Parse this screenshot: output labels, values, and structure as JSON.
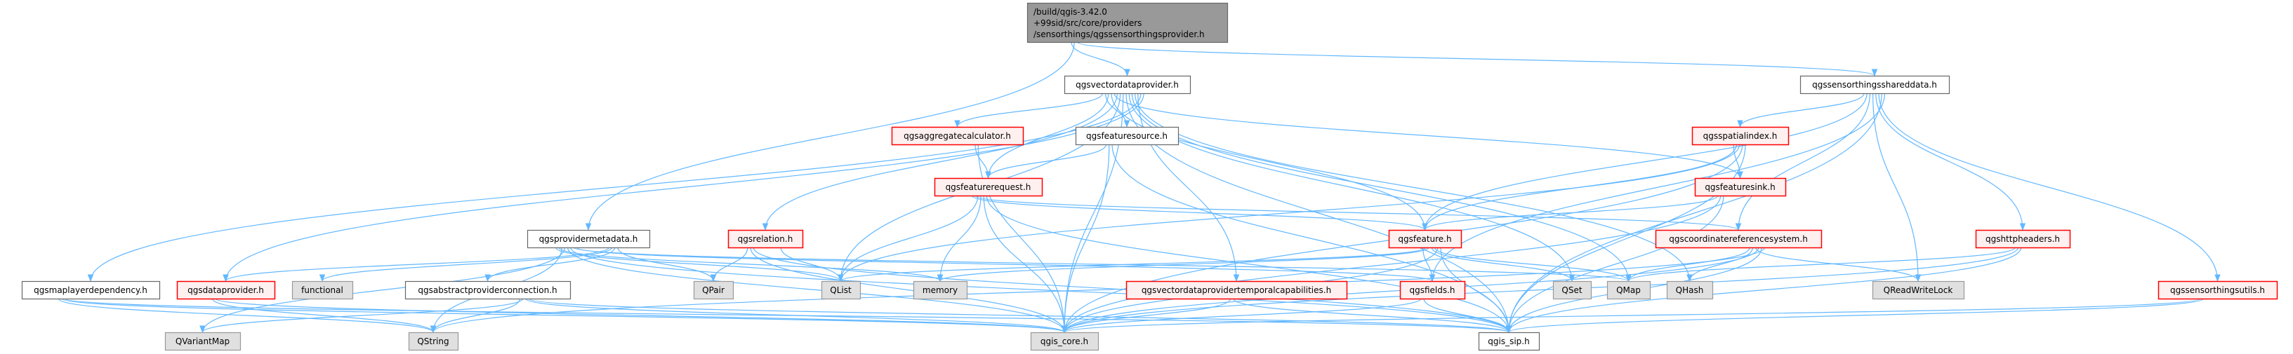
{
  "title_lines": [
    "/build/qgis-3.42.0",
    "+99sid/src/core/providers",
    "/sensorthings/qgssensorthingsprovider.h"
  ],
  "colors": {
    "edge": "#63b8ff",
    "root_fill": "#999999",
    "root_border": "#666666",
    "normal_fill": "#ffffff",
    "normal_border": "#666666",
    "red_fill": "#fff0f0",
    "red_border": "#ff0000",
    "ext_fill": "#e0e0e0",
    "ext_border": "#999999"
  },
  "nodes": [
    {
      "id": "root",
      "label": "/build/qgis-3.42.0 +99sid/src/core/providers /sensorthings/qgssensorthingsprovider.h",
      "kind": "root"
    },
    {
      "id": "vdp",
      "label": "qgsvectordataprovider.h",
      "kind": "normal"
    },
    {
      "id": "shared",
      "label": "qgssensorthingsshareddata.h",
      "kind": "normal"
    },
    {
      "id": "aggcalc",
      "label": "qgsaggregatecalculator.h",
      "kind": "red"
    },
    {
      "id": "fsource",
      "label": "qgsfeaturesource.h",
      "kind": "normal"
    },
    {
      "id": "spidx",
      "label": "qgsspatialindex.h",
      "kind": "red"
    },
    {
      "id": "freq",
      "label": "qgsfeaturerequest.h",
      "kind": "red"
    },
    {
      "id": "fsink",
      "label": "qgsfeaturesink.h",
      "kind": "red"
    },
    {
      "id": "provmeta",
      "label": "qgsprovidermetadata.h",
      "kind": "normal"
    },
    {
      "id": "relation",
      "label": "qgsrelation.h",
      "kind": "red"
    },
    {
      "id": "feature",
      "label": "qgsfeature.h",
      "kind": "red"
    },
    {
      "id": "crs",
      "label": "qgscoordinatereferencesystem.h",
      "kind": "red"
    },
    {
      "id": "http",
      "label": "qgshttpheaders.h",
      "kind": "red"
    },
    {
      "id": "mldep",
      "label": "qgsmaplayerdependency.h",
      "kind": "normal"
    },
    {
      "id": "dataprov",
      "label": "qgsdataprovider.h",
      "kind": "red"
    },
    {
      "id": "functional",
      "label": "functional",
      "kind": "ext"
    },
    {
      "id": "absconn",
      "label": "qgsabstractproviderconnection.h",
      "kind": "normal"
    },
    {
      "id": "qpair",
      "label": "QPair",
      "kind": "ext"
    },
    {
      "id": "qlist",
      "label": "QList",
      "kind": "ext"
    },
    {
      "id": "memory",
      "label": "memory",
      "kind": "ext"
    },
    {
      "id": "tempcaps",
      "label": "qgsvectordataprovidertemporalcapabilities.h",
      "kind": "red"
    },
    {
      "id": "fields",
      "label": "qgsfields.h",
      "kind": "red"
    },
    {
      "id": "qset",
      "label": "QSet",
      "kind": "ext"
    },
    {
      "id": "qmap",
      "label": "QMap",
      "kind": "ext"
    },
    {
      "id": "qhash",
      "label": "QHash",
      "kind": "ext"
    },
    {
      "id": "qrwlock",
      "label": "QReadWriteLock",
      "kind": "ext"
    },
    {
      "id": "utils",
      "label": "qgssensorthingsutils.h",
      "kind": "red"
    },
    {
      "id": "qvmap",
      "label": "QVariantMap",
      "kind": "ext"
    },
    {
      "id": "qstring",
      "label": "QString",
      "kind": "ext"
    },
    {
      "id": "core",
      "label": "qgis_core.h",
      "kind": "ext"
    },
    {
      "id": "sip",
      "label": "qgis_sip.h",
      "kind": "normal"
    }
  ],
  "edges": [
    [
      "root",
      "vdp"
    ],
    [
      "root",
      "provmeta"
    ],
    [
      "root",
      "shared"
    ],
    [
      "vdp",
      "aggcalc"
    ],
    [
      "vdp",
      "fsource"
    ],
    [
      "vdp",
      "freq"
    ],
    [
      "vdp",
      "feature"
    ],
    [
      "vdp",
      "fsink"
    ],
    [
      "vdp",
      "relation"
    ],
    [
      "vdp",
      "qlist"
    ],
    [
      "vdp",
      "core"
    ],
    [
      "vdp",
      "sip"
    ],
    [
      "vdp",
      "qset"
    ],
    [
      "vdp",
      "qmap"
    ],
    [
      "vdp",
      "qhash"
    ],
    [
      "vdp",
      "tempcaps"
    ],
    [
      "vdp",
      "mldep"
    ],
    [
      "vdp",
      "dataprov"
    ],
    [
      "aggcalc",
      "freq"
    ],
    [
      "aggcalc",
      "core"
    ],
    [
      "fsource",
      "freq"
    ],
    [
      "fsource",
      "core"
    ],
    [
      "fsource",
      "sip"
    ],
    [
      "freq",
      "feature"
    ],
    [
      "freq",
      "crs"
    ],
    [
      "freq",
      "qlist"
    ],
    [
      "freq",
      "memory"
    ],
    [
      "freq",
      "core"
    ],
    [
      "freq",
      "sip"
    ],
    [
      "feature",
      "fields"
    ],
    [
      "feature",
      "qlist"
    ],
    [
      "feature",
      "memory"
    ],
    [
      "feature",
      "qset"
    ],
    [
      "feature",
      "qmap"
    ],
    [
      "feature",
      "core"
    ],
    [
      "feature",
      "sip"
    ],
    [
      "relation",
      "qlist"
    ],
    [
      "relation",
      "qpair"
    ],
    [
      "relation",
      "core"
    ],
    [
      "relation",
      "sip"
    ],
    [
      "provmeta",
      "dataprov"
    ],
    [
      "provmeta",
      "functional"
    ],
    [
      "provmeta",
      "absconn"
    ],
    [
      "provmeta",
      "qpair"
    ],
    [
      "provmeta",
      "qlist"
    ],
    [
      "provmeta",
      "memory"
    ],
    [
      "provmeta",
      "qstring"
    ],
    [
      "provmeta",
      "qvmap"
    ],
    [
      "provmeta",
      "core"
    ],
    [
      "provmeta",
      "sip"
    ],
    [
      "provmeta",
      "qmap"
    ],
    [
      "provmeta",
      "fields"
    ],
    [
      "mldep",
      "qstring"
    ],
    [
      "mldep",
      "core"
    ],
    [
      "mldep",
      "sip"
    ],
    [
      "dataprov",
      "qstring"
    ],
    [
      "dataprov",
      "core"
    ],
    [
      "absconn",
      "qstring"
    ],
    [
      "absconn",
      "qvmap"
    ],
    [
      "absconn",
      "core"
    ],
    [
      "absconn",
      "sip"
    ],
    [
      "tempcaps",
      "core"
    ],
    [
      "tempcaps",
      "sip"
    ],
    [
      "fields",
      "core"
    ],
    [
      "fields",
      "sip"
    ],
    [
      "shared",
      "spidx"
    ],
    [
      "shared",
      "feature"
    ],
    [
      "shared",
      "crs"
    ],
    [
      "shared",
      "qrwlock"
    ],
    [
      "shared",
      "http"
    ],
    [
      "shared",
      "utils"
    ],
    [
      "shared",
      "sip"
    ],
    [
      "shared",
      "fields"
    ],
    [
      "spidx",
      "fsink"
    ],
    [
      "spidx",
      "feature"
    ],
    [
      "spidx",
      "qlist"
    ],
    [
      "spidx",
      "core"
    ],
    [
      "spidx",
      "sip"
    ],
    [
      "fsink",
      "feature"
    ],
    [
      "fsink",
      "core"
    ],
    [
      "fsink",
      "sip"
    ],
    [
      "crs",
      "qmap"
    ],
    [
      "crs",
      "qhash"
    ],
    [
      "crs",
      "qrwlock"
    ],
    [
      "crs",
      "core"
    ],
    [
      "crs",
      "sip"
    ],
    [
      "crs",
      "qstring"
    ],
    [
      "http",
      "qmap"
    ],
    [
      "http",
      "core"
    ],
    [
      "http",
      "sip"
    ],
    [
      "utils",
      "core"
    ],
    [
      "utils",
      "sip"
    ]
  ]
}
